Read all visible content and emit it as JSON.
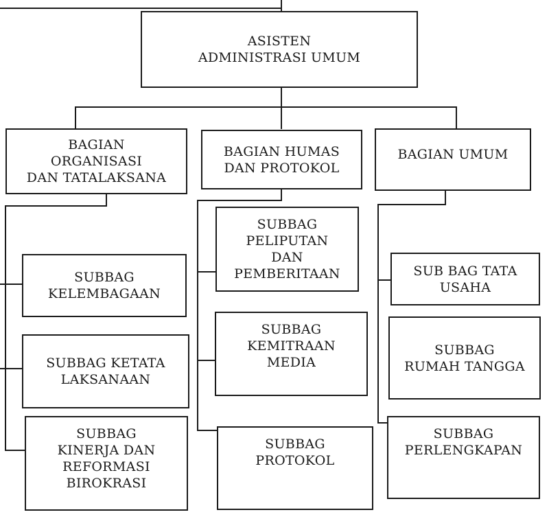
{
  "root": {
    "lines": [
      "ASISTEN",
      "ADMINISTRASI UMUM"
    ]
  },
  "departments": [
    {
      "lines": [
        "BAGIAN",
        "ORGANISASI",
        "DAN TATALAKSANA"
      ],
      "subunits": [
        {
          "lines": [
            "SUBBAG",
            "KELEMBAGAAN"
          ]
        },
        {
          "lines": [
            "SUBBAG KETATA",
            "LAKSANAAN"
          ]
        },
        {
          "lines": [
            "SUBBAG",
            "KINERJA DAN",
            "REFORMASI",
            "BIROKRASI"
          ]
        }
      ]
    },
    {
      "lines": [
        "BAGIAN HUMAS",
        "DAN PROTOKOL"
      ],
      "subunits": [
        {
          "lines": [
            "SUBBAG",
            "PELIPUTAN",
            "DAN",
            "PEMBERITAAN"
          ]
        },
        {
          "lines": [
            "SUBBAG",
            "KEMITRAAN",
            "MEDIA"
          ]
        },
        {
          "lines": [
            "SUBBAG",
            "PROTOKOL"
          ]
        }
      ]
    },
    {
      "lines": [
        "BAGIAN UMUM"
      ],
      "subunits": [
        {
          "lines": [
            "SUB BAG TATA",
            "USAHA"
          ]
        },
        {
          "lines": [
            "SUBBAG",
            "RUMAH TANGGA"
          ]
        },
        {
          "lines": [
            "SUBBAG",
            "PERLENGKAPAN"
          ]
        }
      ]
    }
  ]
}
